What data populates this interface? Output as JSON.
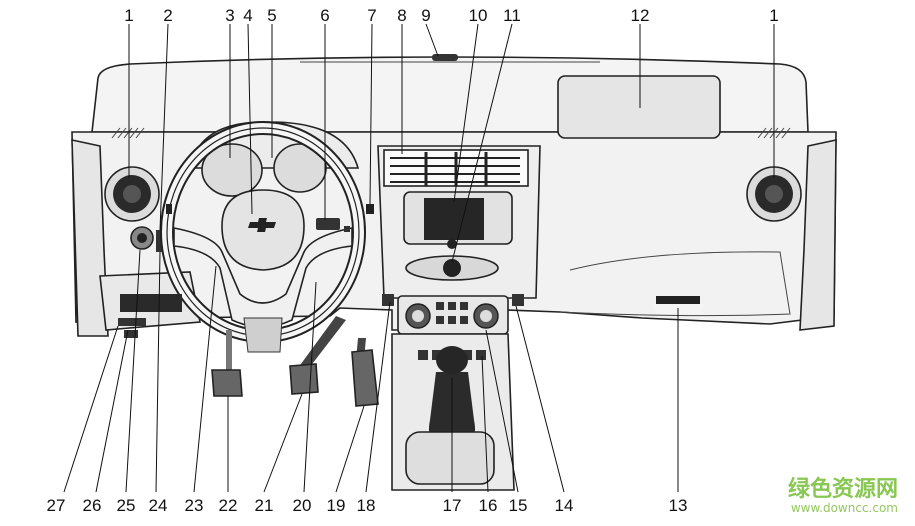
{
  "callouts": {
    "top": [
      "1",
      "2",
      "3",
      "4",
      "5",
      "6",
      "7",
      "8",
      "9",
      "10",
      "11",
      "12",
      "1"
    ],
    "bottom": [
      "27",
      "26",
      "25",
      "24",
      "23",
      "22",
      "21",
      "20",
      "19",
      "18",
      "17",
      "16",
      "15",
      "14",
      "13"
    ]
  },
  "watermark": {
    "title": "绿色资源网",
    "url": "www.downcc.com"
  },
  "colors": {
    "line": "#222222",
    "fill": "#f2f2f2",
    "dark": "#1a1a1a",
    "watermark": "#7cc242"
  }
}
